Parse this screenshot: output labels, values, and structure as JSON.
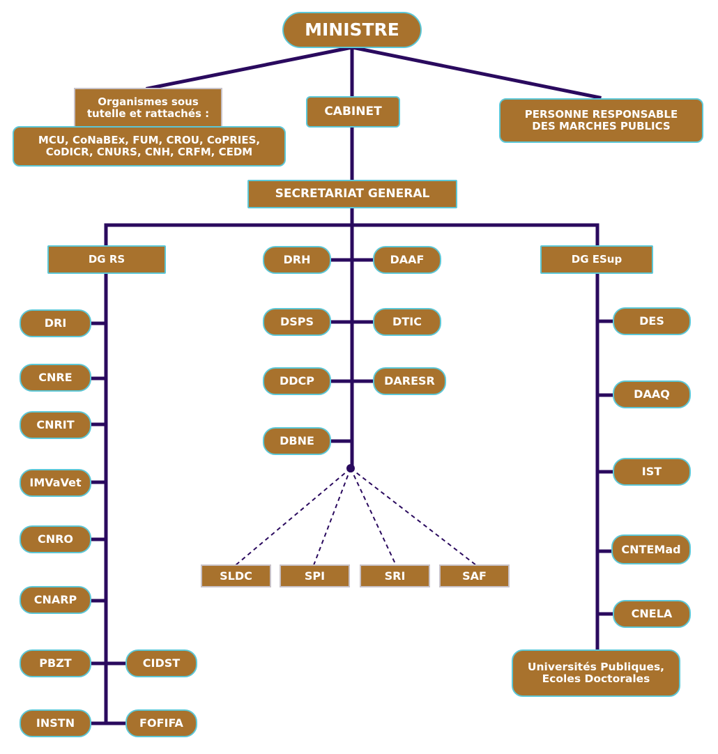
{
  "top": {
    "ministre": "MINISTRE",
    "organismes_title": "Organismes sous tutelle et rattachés :",
    "organismes_list": "MCU, CoNaBEx, FUM, CROU, CoPRIES, CoDICR, CNURS,  CNH, CRFM, CEDM",
    "cabinet": "CABINET",
    "prmp": "PERSONNE RESPONSABLE DES MARCHES PUBLICS",
    "sg": "SECRETARIAT GENERAL"
  },
  "left": {
    "dg": "DG RS",
    "items": [
      "DRI",
      "CNRE",
      "CNRIT",
      "IMVaVet",
      "CNRO",
      "CNARP",
      "PBZT",
      "INSTN"
    ],
    "side_items": [
      "CIDST",
      "FOFIFA"
    ]
  },
  "center": {
    "left_items": [
      "DRH",
      "DSPS",
      "DDCP",
      "DBNE"
    ],
    "right_items": [
      "DAAF",
      "DTIC",
      "DARESR"
    ],
    "services": [
      "SLDC",
      "SPI",
      "SRI",
      "SAF"
    ]
  },
  "right": {
    "dg": "DG ESup",
    "items": [
      "DES",
      "DAAQ",
      "IST",
      "CNTEMad",
      "CNELA"
    ],
    "universities": "Universités Publiques, Ecoles Doctorales"
  },
  "colors": {
    "box": "#a8722d",
    "border": "#5cc7d6",
    "line": "#2a0a5e"
  }
}
